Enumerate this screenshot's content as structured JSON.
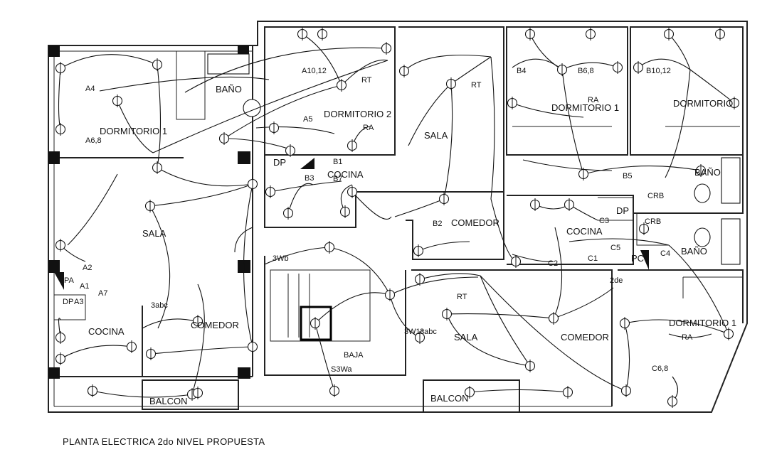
{
  "plan_title": "PLANTA ELECTRICA 2do NIVEL PROPUESTA",
  "room_labels": [
    "DORMITORIO 1",
    "SALA",
    "COCINA",
    "COMEDOR",
    "BALCON",
    "BAÑO",
    "DORMITORIO 2",
    "DP",
    "COCINA",
    "SALA",
    "COMEDOR",
    "DORMITORIO 1",
    "DORMITORIO",
    "BAÑO",
    "DP",
    "COCINA",
    "BAÑO",
    "SALA",
    "COMEDOR",
    "BALCON",
    "DORMITORIO 1",
    "PC",
    "PA",
    "DP"
  ],
  "circuit_labels": [
    "A4",
    "A6,8",
    "A2",
    "A1",
    "A7",
    "A3",
    "3abc",
    "A10,12",
    "RT",
    "A5",
    "RA",
    "B1",
    "B3",
    "B7",
    "B2",
    "RT",
    "B4",
    "B6,8",
    "B10,12",
    "RA",
    "B5",
    "CRB",
    "CRB",
    "C3",
    "C1",
    "C2",
    "C5",
    "C4",
    "RT",
    "2de",
    "3Wb",
    "3W1c",
    "3abc",
    "BAJA",
    "S3Wa",
    "RA",
    "C6,8"
  ]
}
